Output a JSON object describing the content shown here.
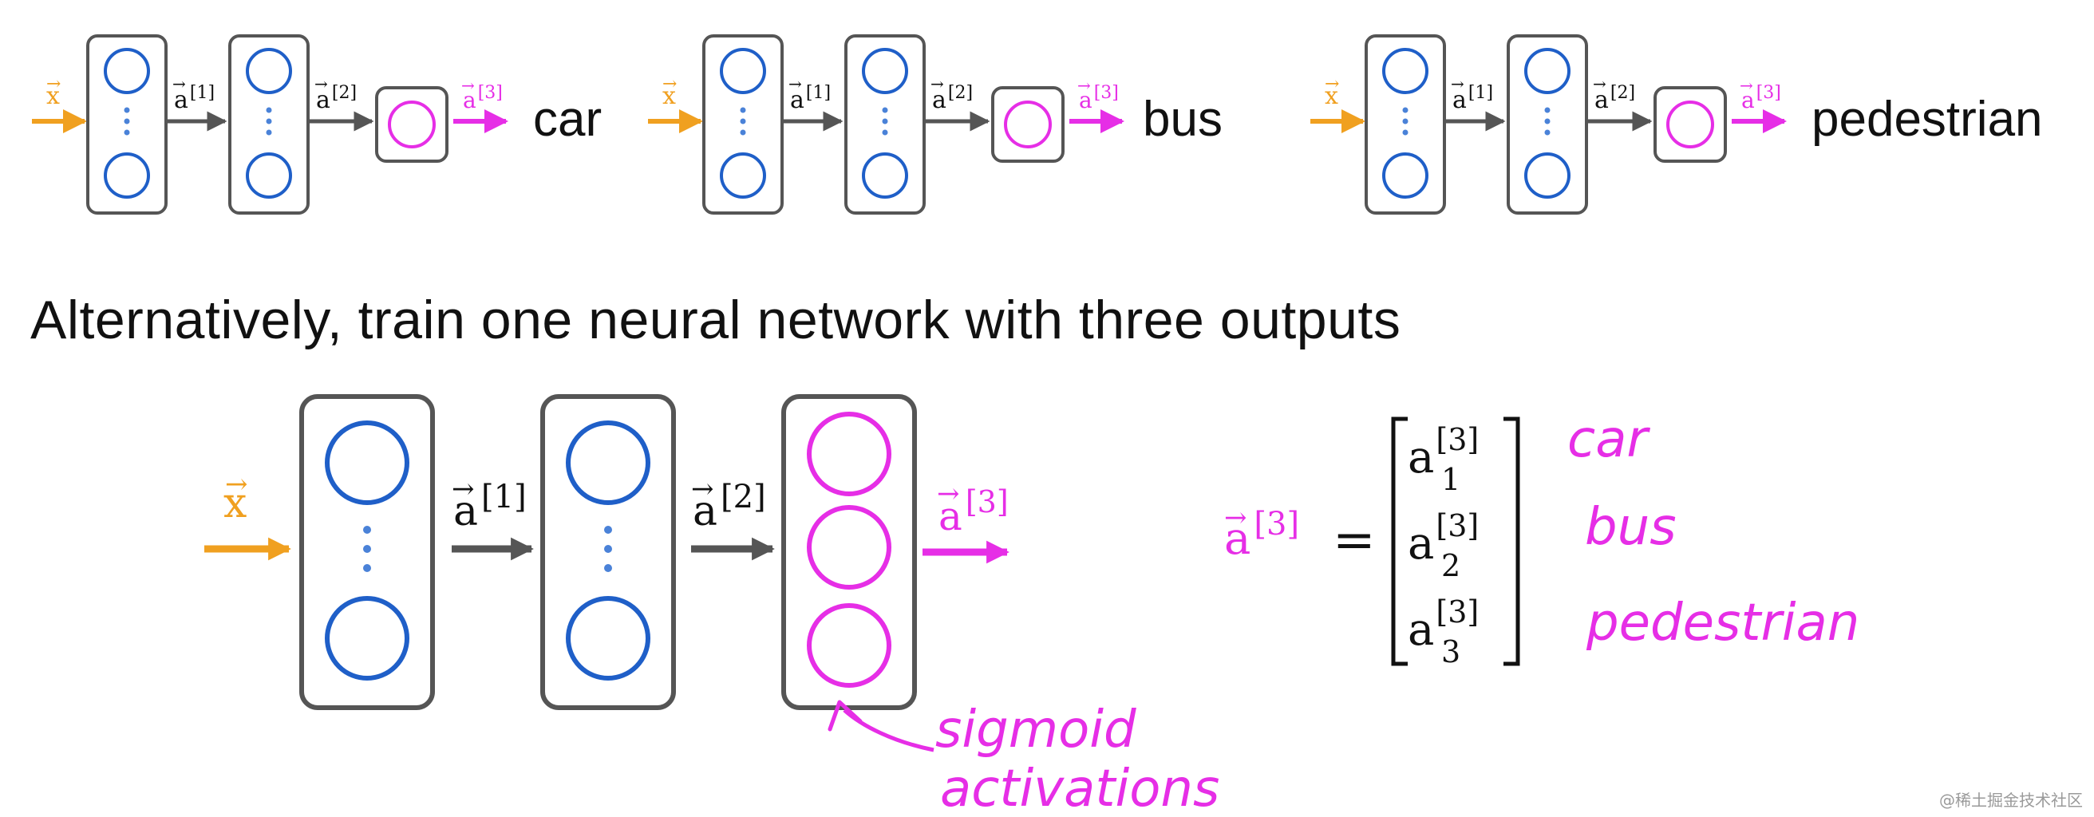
{
  "colors": {
    "input": "#f0a020",
    "hidden": "#1f5fc8",
    "output": "#e62ee6",
    "box": "#555555",
    "arrow": "#555555",
    "text": "#111111"
  },
  "top_networks": [
    {
      "input_label": "x",
      "a1_label": "a[1]",
      "a2_label": "a[2]",
      "a3_label": "a[3]",
      "class_label": "car"
    },
    {
      "input_label": "x",
      "a1_label": "a[1]",
      "a2_label": "a[2]",
      "a3_label": "a[3]",
      "class_label": "bus"
    },
    {
      "input_label": "x",
      "a1_label": "a[1]",
      "a2_label": "a[2]",
      "a3_label": "a[3]",
      "class_label": "pedestrian"
    }
  ],
  "headline": "Alternatively, train one neural network with three outputs",
  "main_network": {
    "input_label": "x",
    "a1_label": "a[1]",
    "a2_label": "a[2]",
    "a3_label": "a[3]",
    "output_units": 3,
    "annotation_line1": "sigmoid",
    "annotation_line2": "activations"
  },
  "vector": {
    "lhs": "a[3]",
    "equals": "=",
    "entries": [
      {
        "base": "a",
        "sup": "[3]",
        "sub": "1",
        "label": "car"
      },
      {
        "base": "a",
        "sup": "[3]",
        "sub": "2",
        "label": "bus"
      },
      {
        "base": "a",
        "sup": "[3]",
        "sub": "3",
        "label": "pedestrian"
      }
    ]
  },
  "watermark": "@稀土掘金技术社区"
}
